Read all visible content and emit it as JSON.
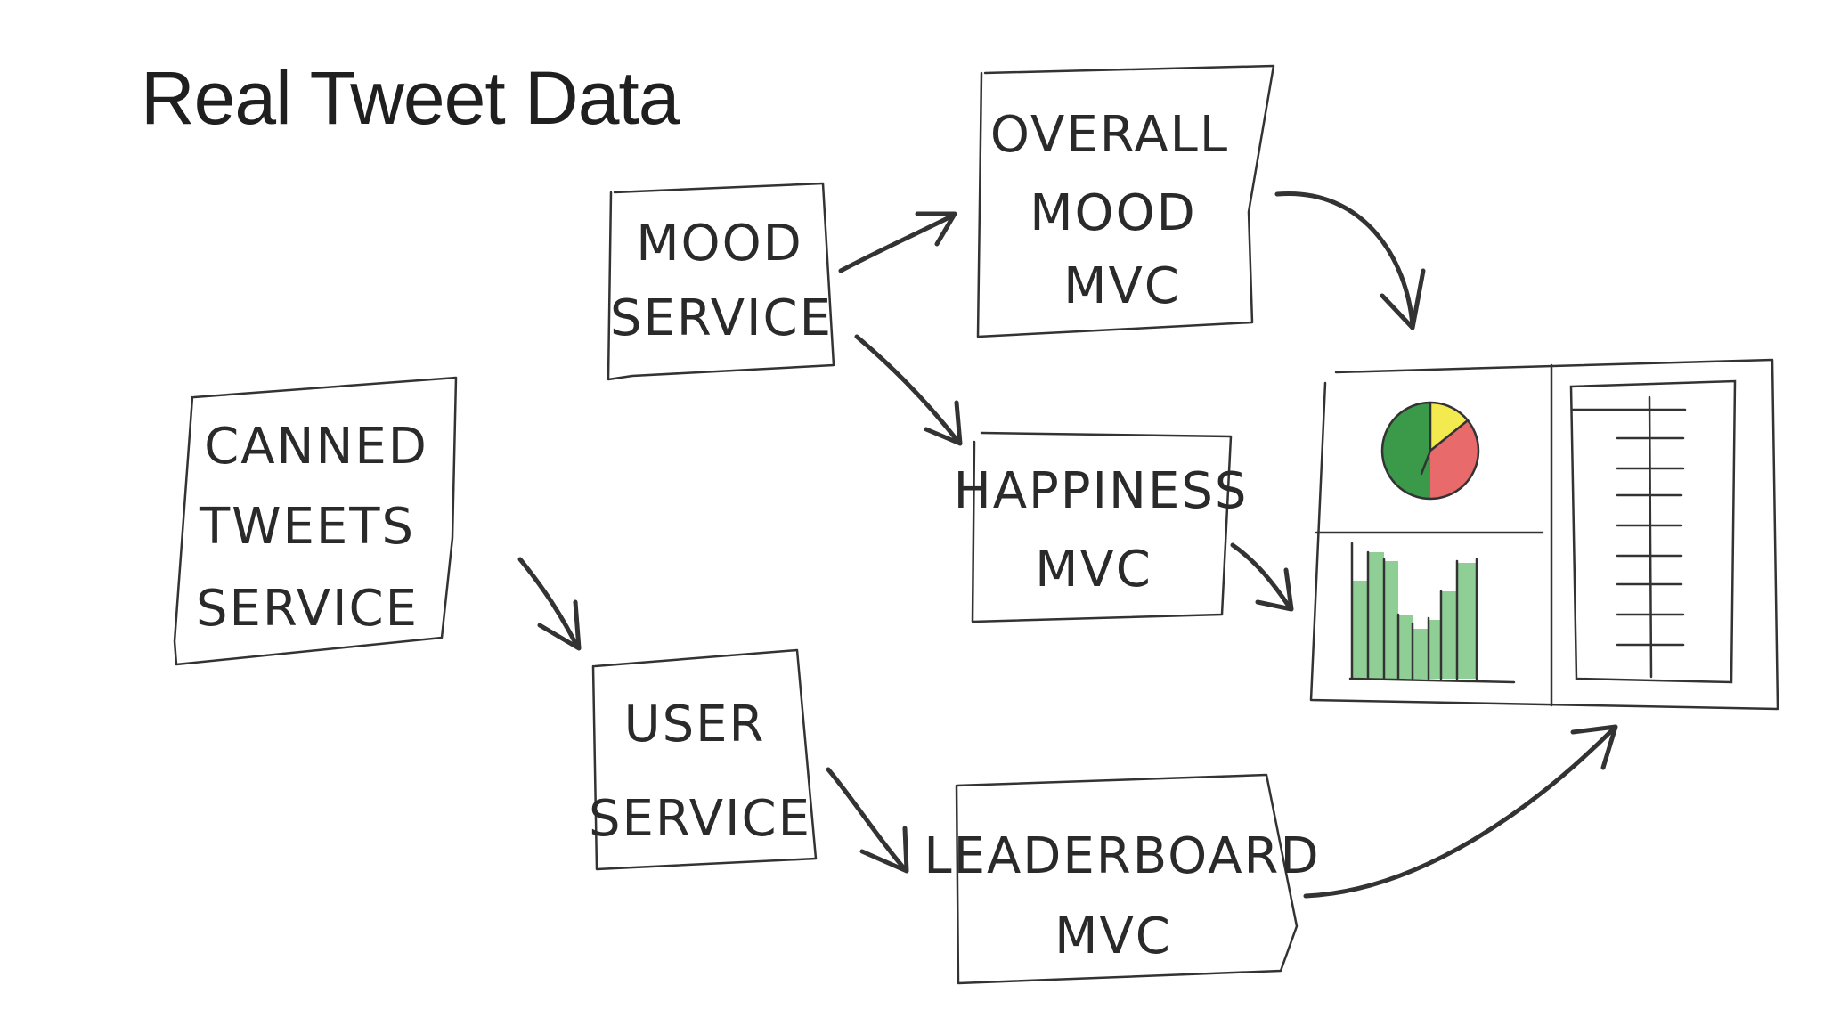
{
  "title": "Real Tweet Data",
  "nodes": {
    "canned": {
      "lines": [
        "CANNED",
        "TWEETS",
        "SERVICE"
      ]
    },
    "mood_service": {
      "lines": [
        "MOOD",
        "SERVICE"
      ]
    },
    "user_service": {
      "lines": [
        "USER",
        "SERVICE"
      ]
    },
    "overall_mood": {
      "lines": [
        "OVERALL",
        "MOOD",
        "MVC"
      ]
    },
    "happiness": {
      "lines": [
        "HAPPINESS",
        "MVC"
      ]
    },
    "leaderboard": {
      "lines": [
        "LEADERBOARD",
        "MVC"
      ]
    }
  },
  "edges": [
    {
      "from": "canned",
      "to": "user_service"
    },
    {
      "from": "mood_service",
      "to": "overall_mood"
    },
    {
      "from": "mood_service",
      "to": "happiness"
    },
    {
      "from": "user_service",
      "to": "leaderboard"
    },
    {
      "from": "overall_mood",
      "to": "dashboard"
    },
    {
      "from": "happiness",
      "to": "dashboard"
    },
    {
      "from": "leaderboard",
      "to": "dashboard"
    }
  ],
  "colors": {
    "ink": "#333333",
    "pie_green": "#3a9a4a",
    "pie_yellow": "#f2ea4e",
    "pie_red": "#e86a6a",
    "bar_green": "#8fcf95"
  }
}
